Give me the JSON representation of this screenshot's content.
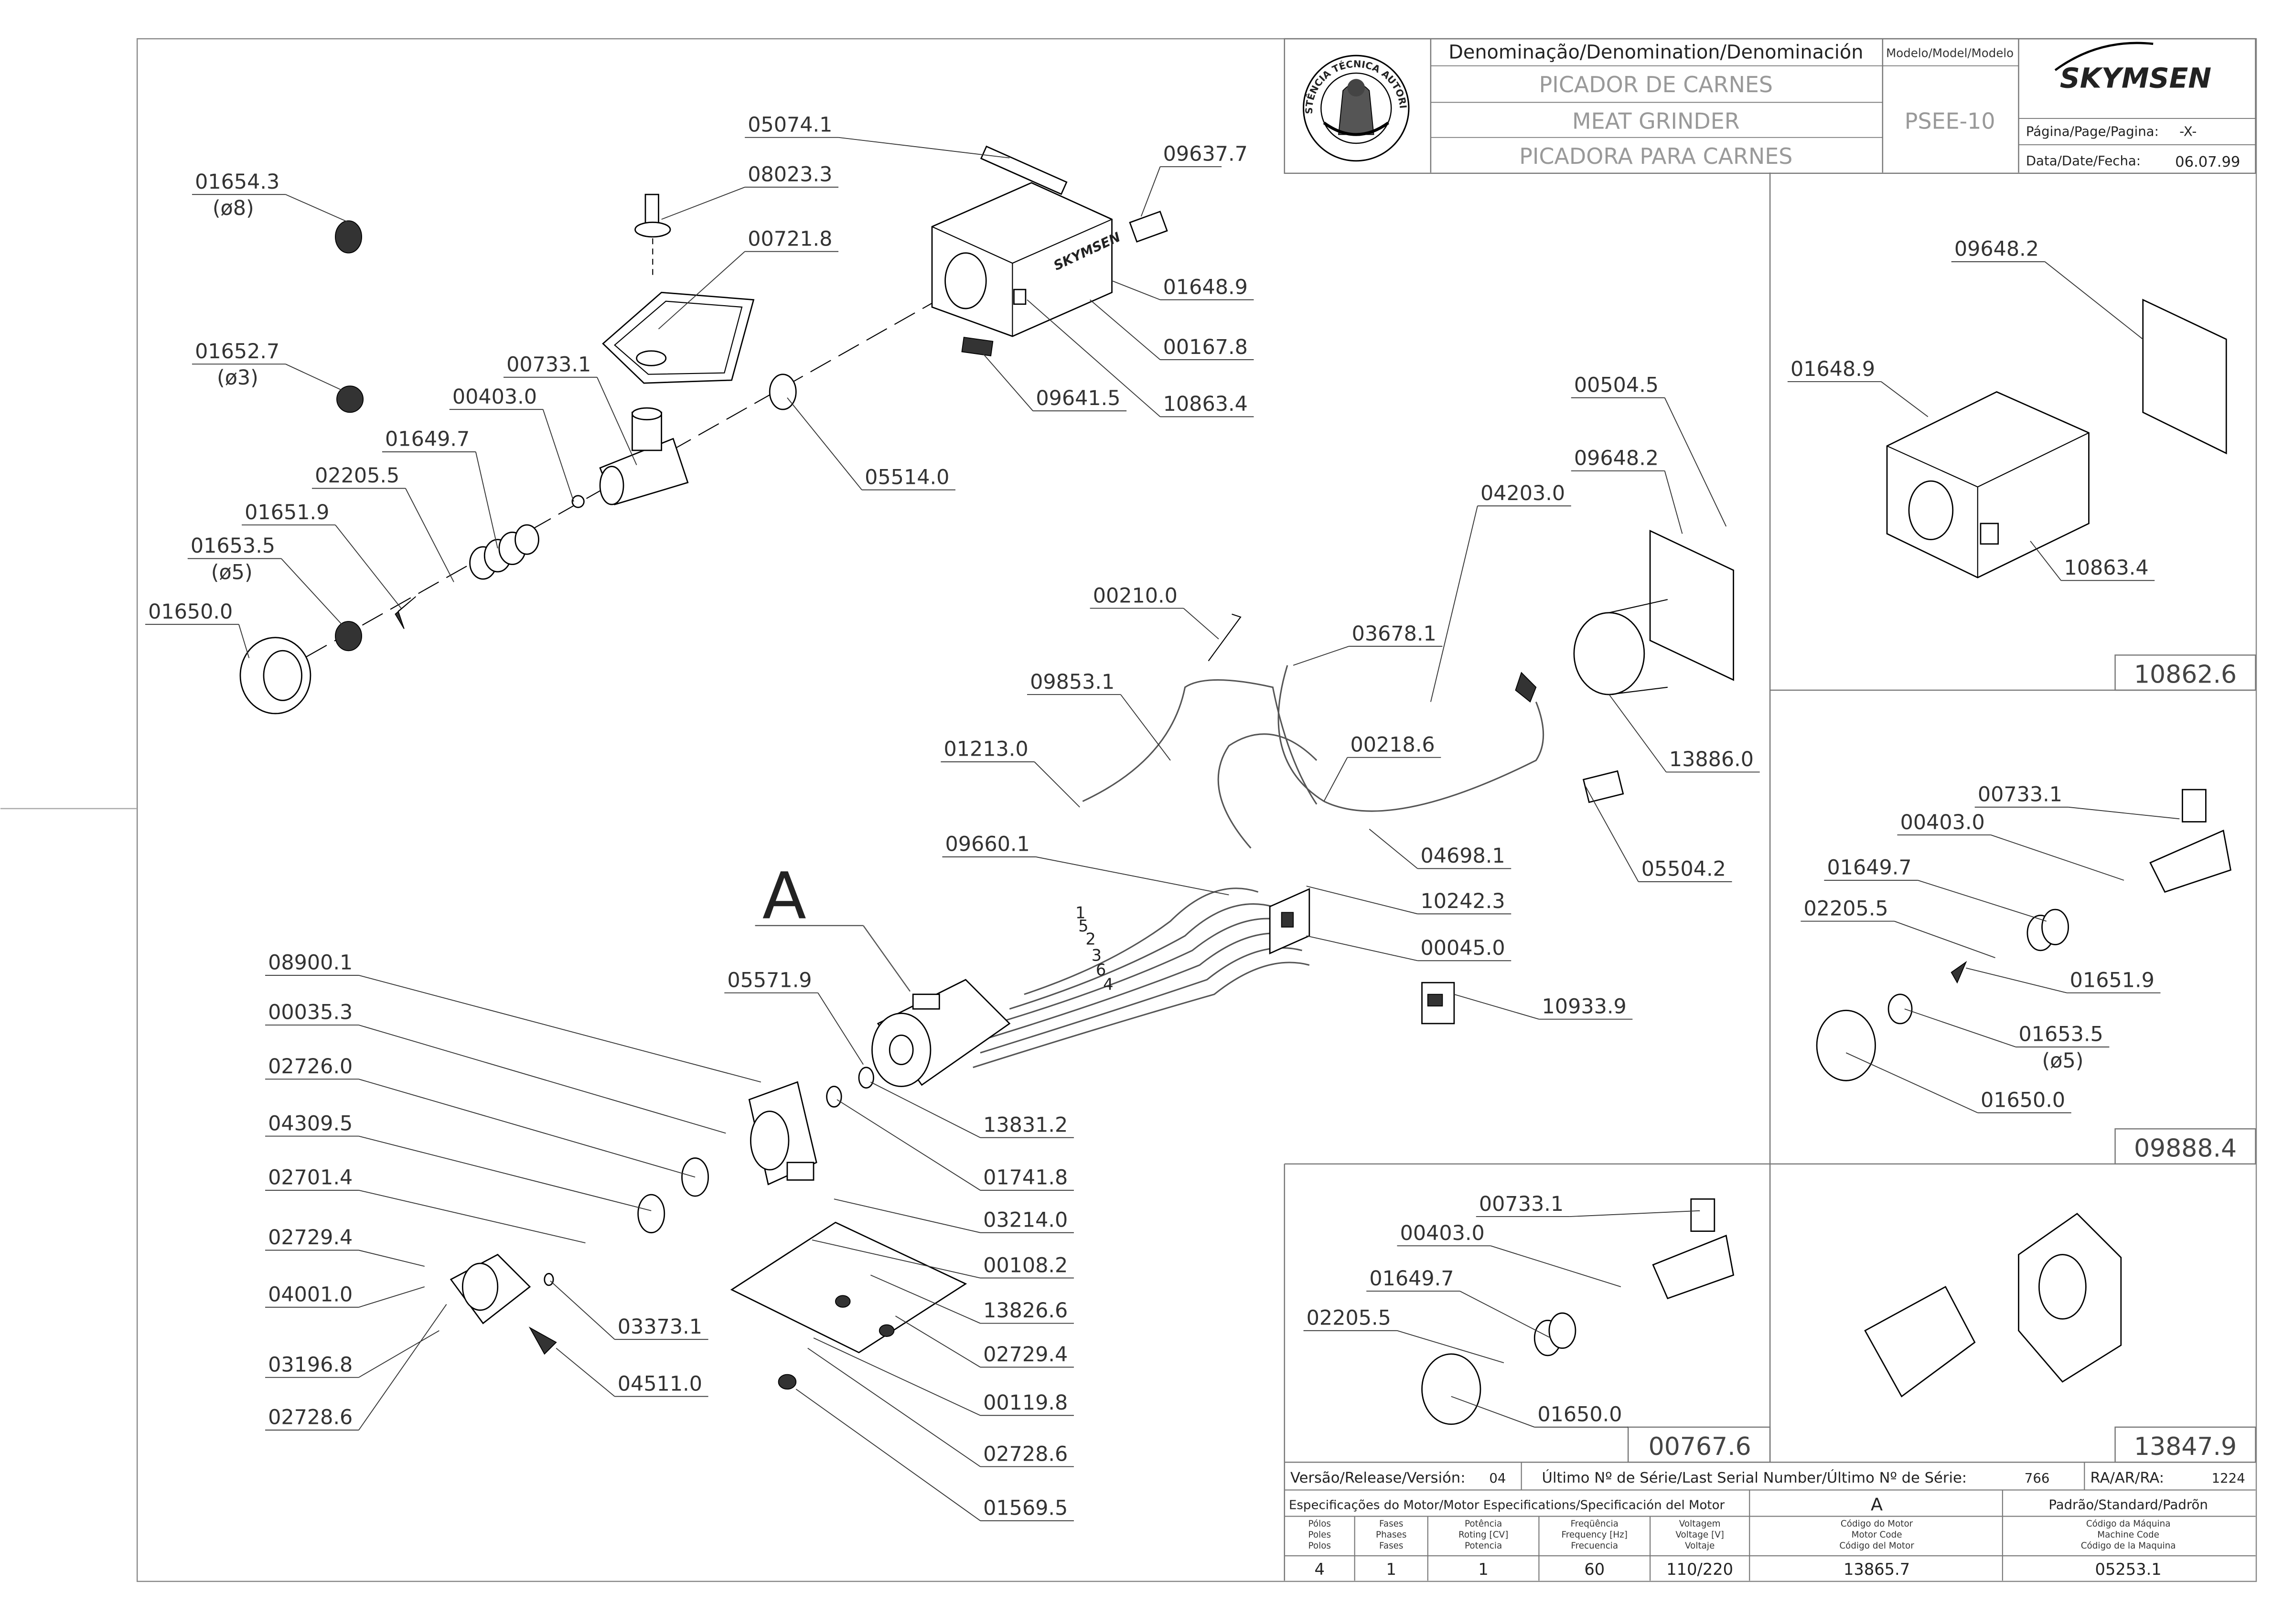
{
  "title_block": {
    "denomination_header": "Denominação/Denomination/Denominación",
    "name_pt": "PICADOR DE CARNES",
    "name_en": "MEAT GRINDER",
    "name_es": "PICADORA PARA CARNES",
    "model_header": "Modelo/Model/Modelo",
    "model_value": "PSEE-10",
    "page_label": "Página/Page/Pagina:",
    "page_value": "-X-",
    "date_label": "Data/Date/Fecha:",
    "date_value": "06.07.99",
    "logo_text": "SKYMSEN",
    "seal_text": "ASSISTÊNCIA TÉCNICA AUTORIZADA"
  },
  "view_letter": "A",
  "box_ids": [
    "10862.6",
    "09888.4",
    "00767.6",
    "13847.9"
  ],
  "main_labels": [
    {
      "text": "05074.1"
    },
    {
      "text": "08023.3"
    },
    {
      "text": "00721.8"
    },
    {
      "text": "01654.3"
    },
    {
      "text": "(ø8)"
    },
    {
      "text": "01652.7"
    },
    {
      "text": "(ø3)"
    },
    {
      "text": "09637.7"
    },
    {
      "text": "01648.9"
    },
    {
      "text": "00167.8"
    },
    {
      "text": "09641.5"
    },
    {
      "text": "10863.4"
    },
    {
      "text": "00733.1"
    },
    {
      "text": "00403.0"
    },
    {
      "text": "01649.7"
    },
    {
      "text": "02205.5"
    },
    {
      "text": "01651.9"
    },
    {
      "text": "01653.5"
    },
    {
      "text": "(ø5)"
    },
    {
      "text": "01650.0"
    },
    {
      "text": "05514.0"
    },
    {
      "text": "00504.5"
    },
    {
      "text": "09648.2"
    },
    {
      "text": "04203.0"
    },
    {
      "text": "00210.0"
    },
    {
      "text": "03678.1"
    },
    {
      "text": "09853.1"
    },
    {
      "text": "01213.0"
    },
    {
      "text": "00218.6"
    },
    {
      "text": "13886.0"
    },
    {
      "text": "04698.1"
    },
    {
      "text": "05504.2"
    },
    {
      "text": "09660.1"
    },
    {
      "text": "10242.3"
    },
    {
      "text": "00045.0"
    },
    {
      "text": "10933.9"
    },
    {
      "text": "08900.1"
    },
    {
      "text": "00035.3"
    },
    {
      "text": "02726.0"
    },
    {
      "text": "04309.5"
    },
    {
      "text": "02701.4"
    },
    {
      "text": "02729.4"
    },
    {
      "text": "04001.0"
    },
    {
      "text": "03196.8"
    },
    {
      "text": "02728.6"
    },
    {
      "text": "05571.9"
    },
    {
      "text": "13831.2"
    },
    {
      "text": "01741.8"
    },
    {
      "text": "03214.0"
    },
    {
      "text": "00108.2"
    },
    {
      "text": "13826.6"
    },
    {
      "text": "02729.4"
    },
    {
      "text": "00119.8"
    },
    {
      "text": "02728.6"
    },
    {
      "text": "01569.5"
    },
    {
      "text": "03373.1"
    },
    {
      "text": "04511.0"
    }
  ],
  "wire_numbers": [
    "1",
    "5",
    "2",
    "3",
    "6",
    "4"
  ],
  "panel_labels": [
    {
      "text": "09648.2"
    },
    {
      "text": "01648.9"
    },
    {
      "text": "10863.4"
    },
    {
      "text": "00733.1"
    },
    {
      "text": "00403.0"
    },
    {
      "text": "01649.7"
    },
    {
      "text": "02205.5"
    },
    {
      "text": "01651.9"
    },
    {
      "text": "01653.5"
    },
    {
      "text": "(ø5)"
    },
    {
      "text": "01650.0"
    },
    {
      "text": "00733.1"
    },
    {
      "text": "00403.0"
    },
    {
      "text": "01649.7"
    },
    {
      "text": "02205.5"
    },
    {
      "text": "01650.0"
    }
  ],
  "footer": {
    "release_label": "Versão/Release/Versión:",
    "release_value": "04",
    "serial_label": "Último Nº de Série/Last Serial Number/Último Nº de Série:",
    "serial_value": "766",
    "ra_label": "RA/AR/RA:",
    "ra_value": "1224",
    "motor_spec_label": "Especificações do Motor/Motor Especifications/Specificación del Motor",
    "col_a": "A",
    "standard_label": "Padrão/Standard/Padrõn",
    "headers": [
      [
        "Pólos",
        "Poles",
        "Polos"
      ],
      [
        "Fases",
        "Phases",
        "Fases"
      ],
      [
        "Potência",
        "Roting [CV]",
        "Potencia"
      ],
      [
        "Freqüência",
        "Frequency [Hz]",
        "Frecuencia"
      ],
      [
        "Voltagem",
        "Voltage [V]",
        "Voltaje"
      ],
      [
        "Código do Motor",
        "Motor Code",
        "Código del Motor"
      ],
      [
        "Código da Máquina",
        "Machine Code",
        "Código de la Maquina"
      ]
    ],
    "values": [
      "4",
      "1",
      "1",
      "60",
      "110/220",
      "13865.7",
      "05253.1"
    ]
  }
}
